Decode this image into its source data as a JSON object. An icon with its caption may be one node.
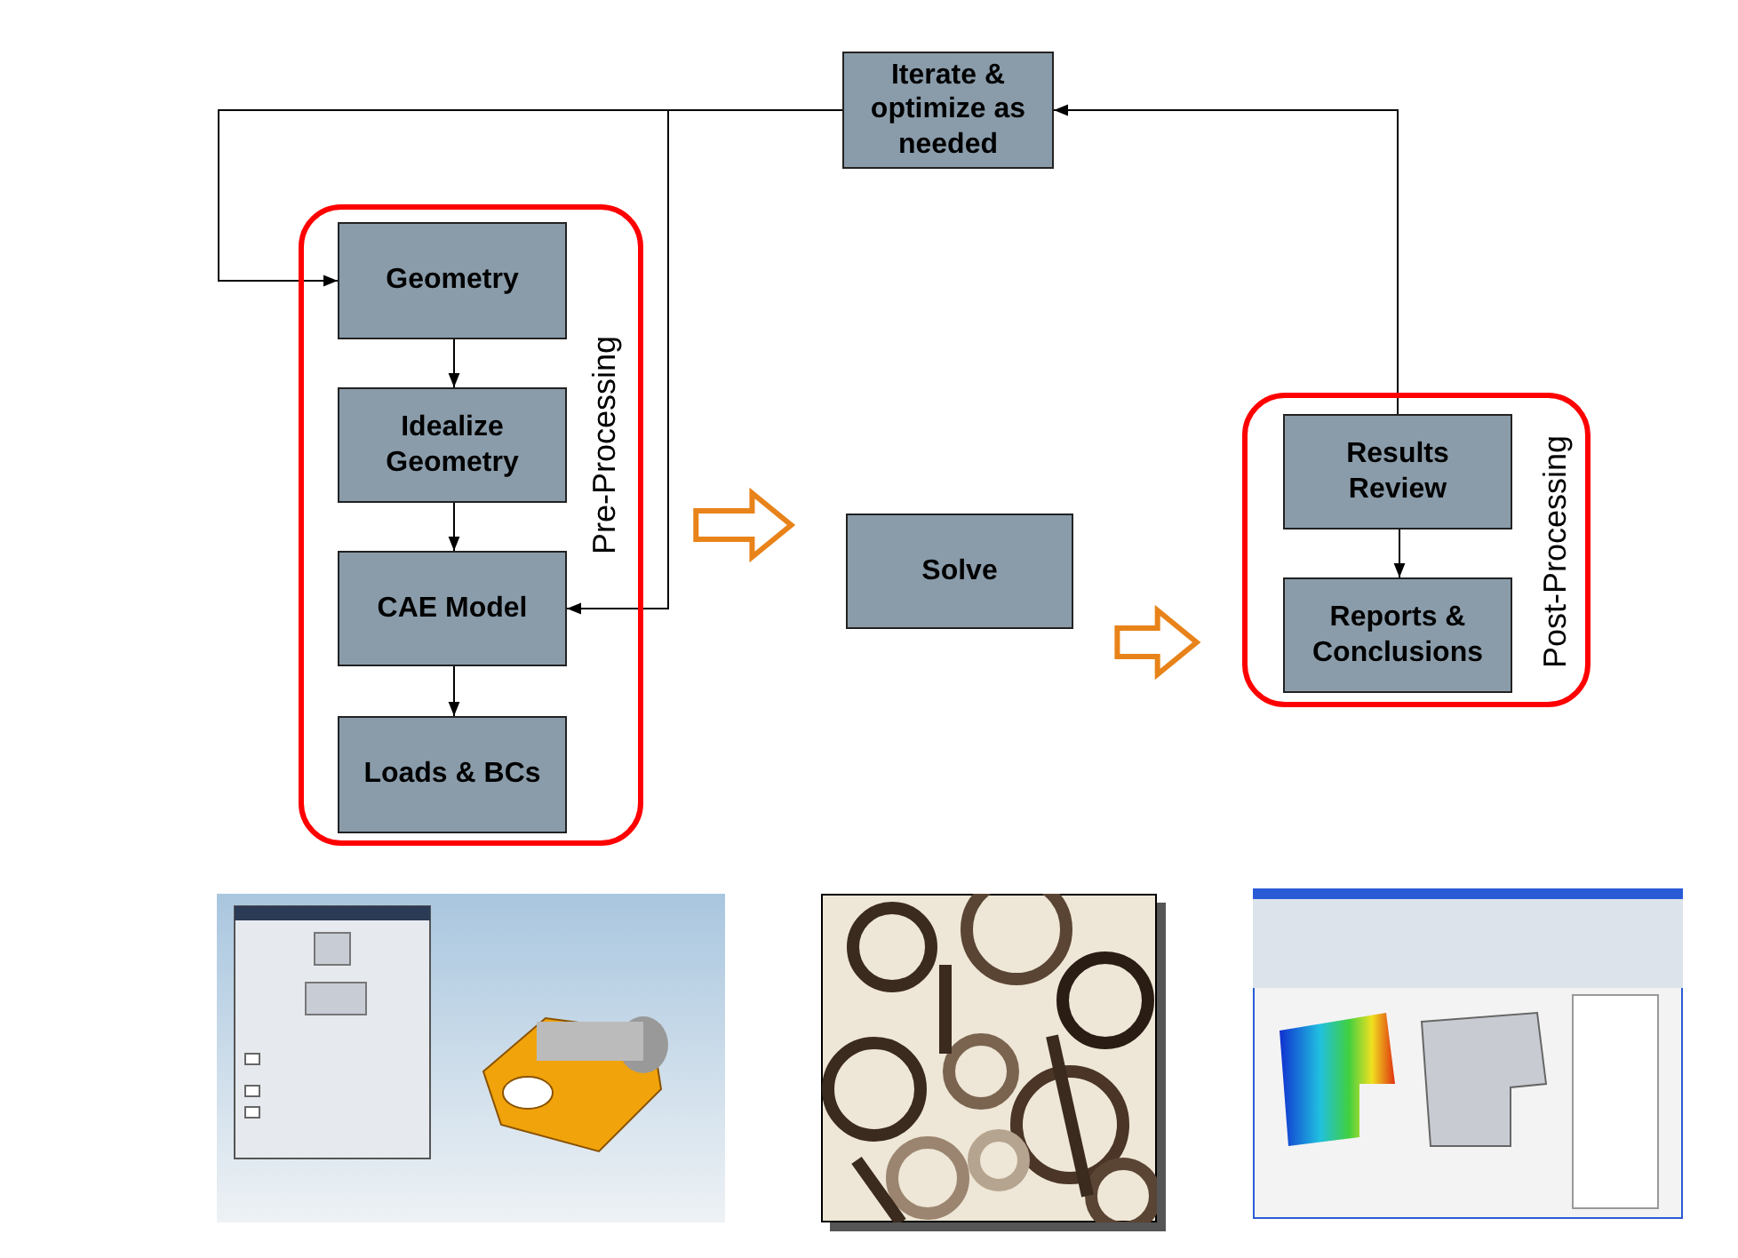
{
  "diagram": {
    "nodes": [
      {
        "text": [
          "Iterate & optimize as needed"
        ]
      },
      {
        "text": [
          "Pre-Processing"
        ]
      },
      {
        "text": [
          "Geometry"
        ],
        "in": 1
      },
      {
        "text": [
          "Idealize Geometry"
        ],
        "in": 1
      },
      {
        "text": [
          "CAE Model"
        ],
        "in": 1
      },
      {
        "text": [
          "Loads & BCs"
        ],
        "in": 1
      },
      {
        "text": [
          "Solve"
        ]
      },
      {
        "text": [
          "Post-Processing"
        ]
      },
      {
        "text": [
          "Results Review"
        ],
        "in": 7
      },
      {
        "text": [
          "Reports & Conclusions"
        ],
        "in": 7
      },
      {
        "text": [],
        "shape": "picture"
      },
      {
        "text": [],
        "shape": "picture"
      },
      {
        "text": [],
        "shape": "picture"
      }
    ],
    "edges": [
      {
        "from": 0,
        "to": 2,
        "arrow": "to"
      },
      {
        "from": 0,
        "to": 4,
        "arrow": "to"
      },
      {
        "from": 8,
        "to": 0,
        "arrow": "to"
      },
      {
        "from": 2,
        "to": 3,
        "arrow": "to"
      },
      {
        "from": 3,
        "to": 4,
        "arrow": "to"
      },
      {
        "from": 4,
        "to": 5,
        "arrow": "to"
      },
      {
        "from": 8,
        "to": 9,
        "arrow": "to"
      },
      {
        "from": 1,
        "to": 6,
        "arrow": "to",
        "style": "thick",
        "color": "#e8831a"
      },
      {
        "from": 6,
        "to": 7,
        "arrow": "to",
        "style": "thick",
        "color": "#e8831a"
      }
    ]
  }
}
